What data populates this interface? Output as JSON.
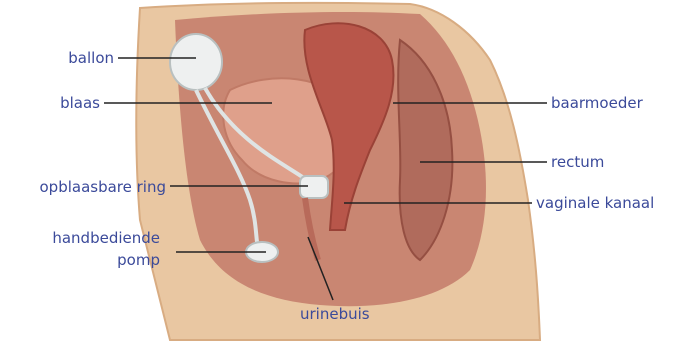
{
  "colors": {
    "label": "#3b4a9a",
    "leader": "#222222",
    "skin": "#e9c7a2",
    "skin_dark": "#d8ac82",
    "tissue": "#c98672",
    "bladder": "#dfa08b",
    "uterus": "#b8564a",
    "device": "#eef0f0"
  },
  "labels": {
    "ballon": "ballon",
    "blaas": "blaas",
    "ring": "opblaasbare ring",
    "pump_line1": "handbediende",
    "pump_line2": "pomp",
    "baarmoeder": "baarmoeder",
    "rectum": "rectum",
    "vaginale_kanaal": "vaginale kanaal",
    "urinebuis": "urinebuis"
  }
}
